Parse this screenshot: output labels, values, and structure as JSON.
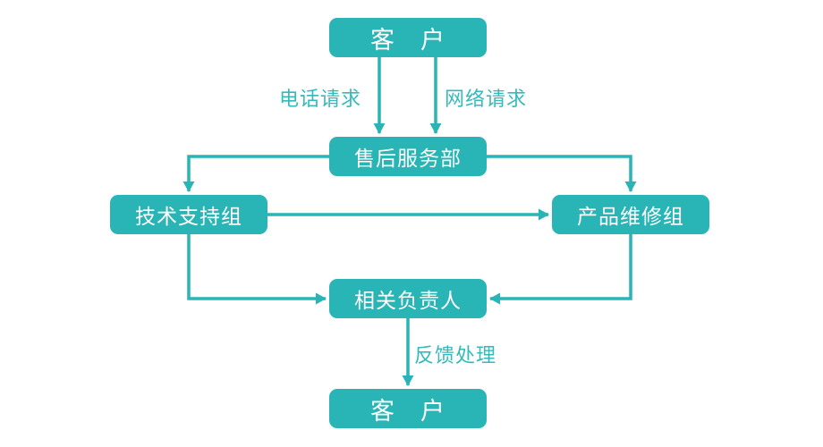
{
  "colors": {
    "accent": "#29b4b5",
    "edge_label": "#35babb",
    "node_text": "#ffffff",
    "background": "#ffffff"
  },
  "flowchart": {
    "nodes": {
      "customer_top": {
        "label": "客　户"
      },
      "service_dept": {
        "label": "售后服务部"
      },
      "tech_support": {
        "label": "技术支持组"
      },
      "product_repair": {
        "label": "产品维修组"
      },
      "manager": {
        "label": "相关负责人"
      },
      "customer_bottom": {
        "label": "客　户"
      }
    },
    "edge_labels": {
      "phone_request": "电话请求",
      "network_request": "网络请求",
      "feedback_handling": "反馈处理"
    }
  }
}
